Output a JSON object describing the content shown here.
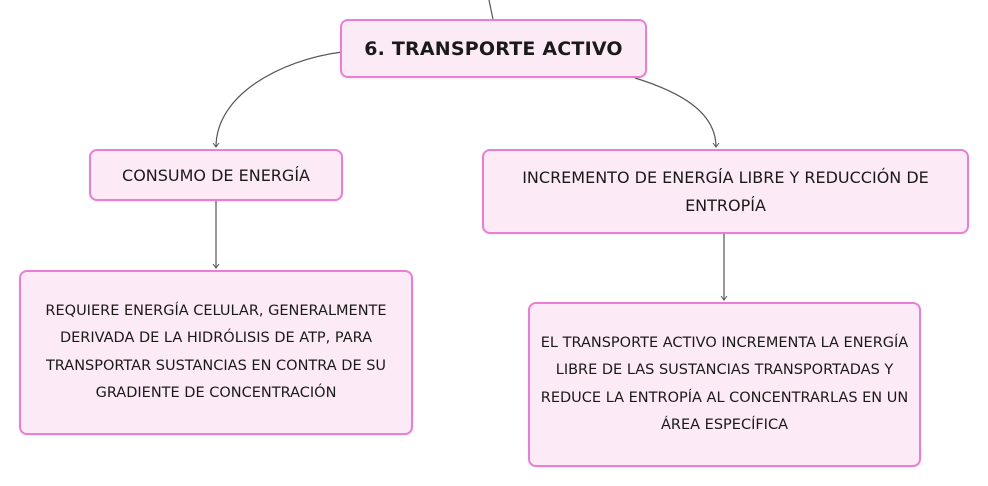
{
  "mindmap": {
    "root": {
      "label": "6. TRANSPORTE ACTIVO"
    },
    "branches": [
      {
        "topic": "CONSUMO DE ENERGÍA",
        "detail": "REQUIERE ENERGÍA CELULAR, GENERALMENTE DERIVADA DE LA HIDRÓLISIS DE ATP, PARA TRANSPORTAR SUSTANCIAS EN CONTRA DE SU GRADIENTE DE CONCENTRACIÓN"
      },
      {
        "topic": "INCREMENTO DE ENERGÍA LIBRE Y REDUCCIÓN DE ENTROPÍA",
        "detail": "EL TRANSPORTE ACTIVO INCREMENTA LA ENERGÍA LIBRE DE LAS SUSTANCIAS TRANSPORTADAS Y REDUCE LA ENTROPÍA AL CONCENTRARLAS EN UN ÁREA ESPECÍFICA"
      }
    ]
  },
  "colors": {
    "node_fill": "#fdeaf7",
    "node_border": "#e87fd5",
    "connector": "#555555",
    "text": "#1a1a1a"
  }
}
